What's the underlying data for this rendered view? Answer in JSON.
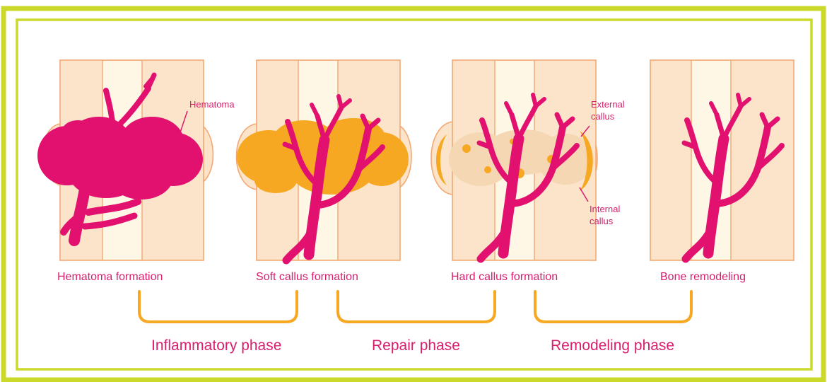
{
  "colors": {
    "frame": "#cbd92b",
    "accent": "#e2106f",
    "text": "#d81e6d",
    "bone": "#fbe4c9",
    "bone_edge": "#f2a874",
    "marrow": "#fff7e6",
    "soft_callus": "#f7a823",
    "hard_callus": "#f5d7b4",
    "bracket": "#f7a823"
  },
  "stages": [
    {
      "label": "Hematoma formation"
    },
    {
      "label": "Soft callus formation"
    },
    {
      "label": "Hard callus formation"
    },
    {
      "label": "Bone remodeling"
    }
  ],
  "phases": [
    {
      "label": "Inflammatory phase"
    },
    {
      "label": "Repair phase"
    },
    {
      "label": "Remodeling phase"
    }
  ],
  "annotations": {
    "hematoma": "Hematoma",
    "external_callus_line1": "External",
    "external_callus_line2": "callus",
    "internal_callus_line1": "Internal",
    "internal_callus_line2": "callus"
  }
}
